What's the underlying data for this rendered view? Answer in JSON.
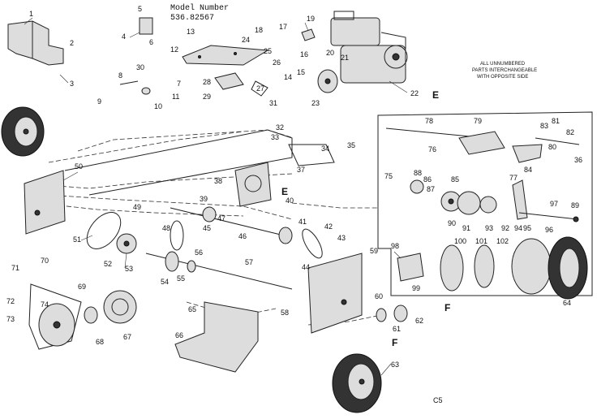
{
  "header": {
    "line1": "Model Number",
    "line2": "536.82567"
  },
  "note": {
    "line1": "ALL UNNUMBERED",
    "line2": "PARTS INTERCHANGEABLE",
    "line3": "WITH OPPOSITE SIDE"
  },
  "section_letters": {
    "e_top": "E",
    "e_mid": "E",
    "f_bottom": "F",
    "f_wheel": "F",
    "code": "C5"
  },
  "callouts": [
    "1",
    "2",
    "3",
    "4",
    "5",
    "6",
    "7",
    "8",
    "9",
    "10",
    "11",
    "12",
    "13",
    "14",
    "15",
    "16",
    "17",
    "18",
    "19",
    "20",
    "21",
    "22",
    "23",
    "24",
    "25",
    "26",
    "27",
    "28",
    "29",
    "30",
    "31",
    "32",
    "33",
    "34",
    "35",
    "36",
    "37",
    "38",
    "39",
    "40",
    "41",
    "42",
    "43",
    "44",
    "45",
    "46",
    "47",
    "48",
    "49",
    "50",
    "51",
    "52",
    "53",
    "54",
    "55",
    "56",
    "57",
    "58",
    "59",
    "60",
    "61",
    "62",
    "63",
    "64",
    "65",
    "66",
    "67",
    "68",
    "69",
    "70",
    "71",
    "72",
    "73",
    "74",
    "75",
    "76",
    "77",
    "78",
    "79",
    "80",
    "81",
    "82",
    "83",
    "84",
    "85",
    "86",
    "87",
    "88",
    "89",
    "90",
    "91",
    "92",
    "93",
    "94",
    "95",
    "96",
    "97",
    "98",
    "99",
    "100",
    "101",
    "102"
  ]
}
